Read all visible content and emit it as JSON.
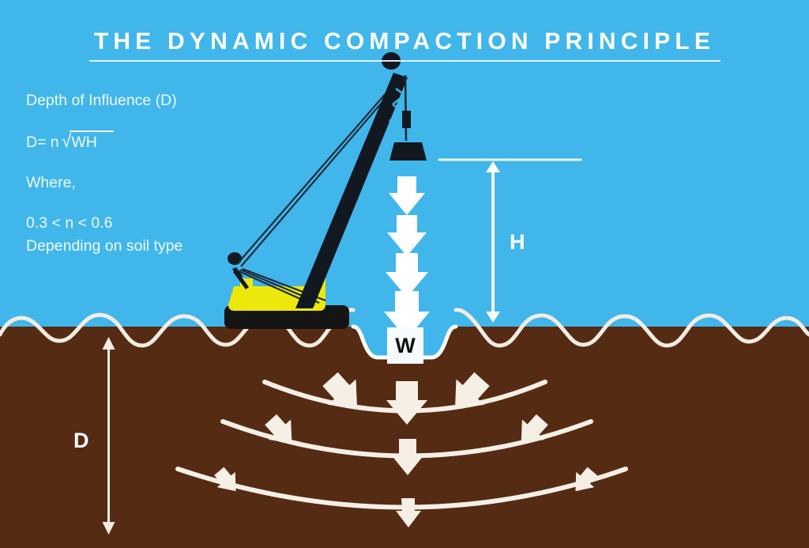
{
  "header": {
    "title": "THE DYNAMIC COMPACTION PRINCIPLE"
  },
  "formula": {
    "heading": "Depth of Influence (D)",
    "equation_prefix": "D= n",
    "radical_sign": "√",
    "radicand": "WH",
    "where_label": "Where,",
    "range": "0.3 < n < 0.6",
    "note": "Depending on soil type"
  },
  "diagram": {
    "weight_label": "W",
    "drop_height_label": "H",
    "depth_label": "D"
  },
  "colors": {
    "sky": "#41b6ea",
    "soil": "#552b14",
    "crane_body": "#ede80c",
    "crane_frame": "#111820",
    "white": "#ffffff",
    "wave": "#f4ece2",
    "arc": "#f6efe6"
  }
}
